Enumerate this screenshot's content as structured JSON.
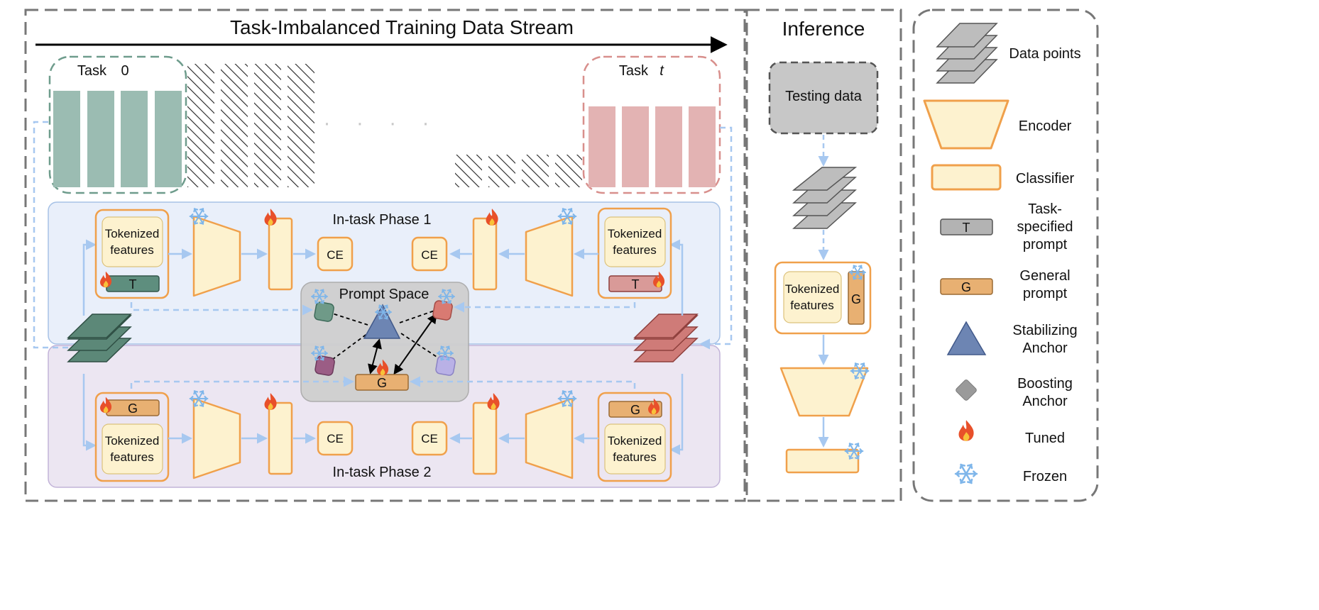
{
  "header": {
    "stream_title": "Task-Imbalanced Training Data Stream",
    "inference_title": "Inference"
  },
  "tasks": {
    "task0": {
      "prefix": "Task",
      "num": "0"
    },
    "taskt": {
      "prefix": "Task",
      "num": "t"
    },
    "ellipsis": "· · · ·"
  },
  "phases": {
    "phase1": "In-task Phase 1",
    "phase2": "In-task Phase 2"
  },
  "blocks": {
    "tok_line1": "Tokenized",
    "tok_line2": "features",
    "ce": "CE",
    "t_prompt": "T",
    "g_prompt": "G"
  },
  "prompt_space": {
    "title": "Prompt Space"
  },
  "inference": {
    "testing_data": "Testing data"
  },
  "legend": {
    "data_points": "Data points",
    "encoder": "Encoder",
    "classifier": "Classifier",
    "task_prompt": [
      "Task-",
      "specified",
      "prompt"
    ],
    "general_prompt": [
      "General",
      "prompt"
    ],
    "stabilizing": [
      "Stabilizing",
      "Anchor"
    ],
    "boosting": [
      "Boosting",
      "Anchor"
    ],
    "tuned": "Tuned",
    "frozen": "Frozen"
  },
  "colors": {
    "task0": "#9bbcb2",
    "taskt": "#e3b3b3",
    "orange": "#f0a04b",
    "cream": "#fdf2cf",
    "blue_arrow": "#a7c8f0",
    "phase1_bg": "#e9effa",
    "phase2_bg": "#ece6f2",
    "prompt_space": "#cfcfcf",
    "anchor": "#6d85b3",
    "green_stack": "#5c8878",
    "red_stack": "#cf7b78"
  }
}
